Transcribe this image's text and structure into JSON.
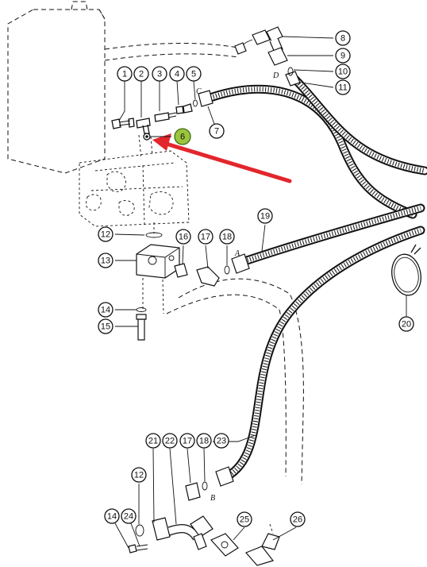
{
  "diagram": {
    "highlight_color": "#9bc53d",
    "arrow_color": "#e3262d",
    "highlighted_part": "6",
    "callouts": [
      {
        "label": "1"
      },
      {
        "label": "2"
      },
      {
        "label": "3"
      },
      {
        "label": "4"
      },
      {
        "label": "5"
      },
      {
        "label": "6"
      },
      {
        "label": "7"
      },
      {
        "label": "8"
      },
      {
        "label": "9"
      },
      {
        "label": "10"
      },
      {
        "label": "11"
      },
      {
        "label": "12"
      },
      {
        "label": "13"
      },
      {
        "label": "14"
      },
      {
        "label": "15"
      },
      {
        "label": "16"
      },
      {
        "label": "17"
      },
      {
        "label": "18"
      },
      {
        "label": "19"
      },
      {
        "label": "20"
      },
      {
        "label": "21"
      },
      {
        "label": "22"
      },
      {
        "label": "17"
      },
      {
        "label": "18"
      },
      {
        "label": "23"
      },
      {
        "label": "12"
      },
      {
        "label": "14"
      },
      {
        "label": "24"
      },
      {
        "label": "25"
      },
      {
        "label": "26"
      }
    ],
    "connection_letters": [
      {
        "label": "C"
      },
      {
        "label": "D"
      },
      {
        "label": "A"
      },
      {
        "label": "B"
      }
    ]
  }
}
